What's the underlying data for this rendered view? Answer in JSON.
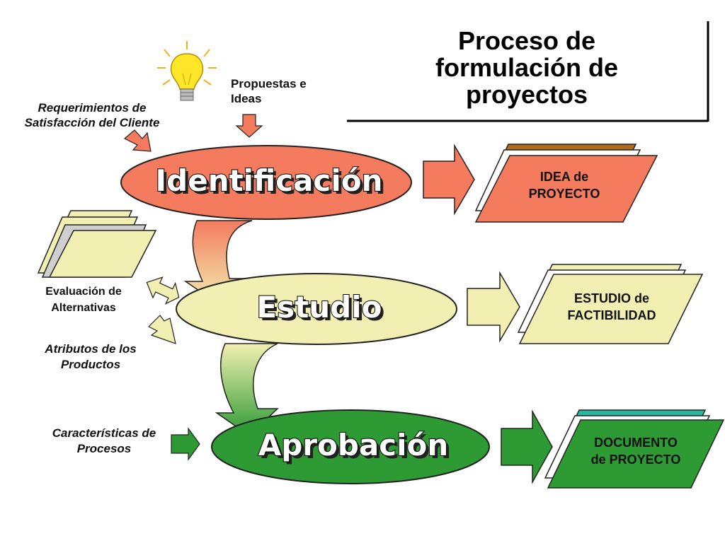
{
  "title": {
    "line1": "Proceso de",
    "line2": "formulación de",
    "line3": "proyectos"
  },
  "stages": {
    "identificacion": "Identificación",
    "estudio": "Estudio",
    "aprobacion": "Aprobación"
  },
  "inputs": {
    "propuestas": {
      "line1": "Propuestas e",
      "line2": "Ideas"
    },
    "requerimientos": {
      "line1": "Requerimientos de",
      "line2": "Satisfacción del Cliente"
    },
    "evaluacion": {
      "line1": "Evaluación de",
      "line2": "Alternativas"
    },
    "atributos": {
      "line1": "Atributos de los",
      "line2": "Productos"
    },
    "caracteristicas": {
      "line1": "Características de",
      "line2": "Procesos"
    }
  },
  "outputs": {
    "idea": {
      "line1": "IDEA de",
      "line2": "PROYECTO"
    },
    "estudio": {
      "line1": "ESTUDIO de",
      "line2": "FACTIBILIDAD"
    },
    "documento": {
      "line1": "DOCUMENTO",
      "line2": "de PROYECTO"
    }
  },
  "icons": {
    "idea": "lightbulb-icon"
  },
  "colors": {
    "identificacion": "#f47b5e",
    "estudio": "#f2efb2",
    "aprobacion": "#2e9a34",
    "idea_tab": "#b06a1a",
    "documento_tab": "#2ab7a0"
  }
}
